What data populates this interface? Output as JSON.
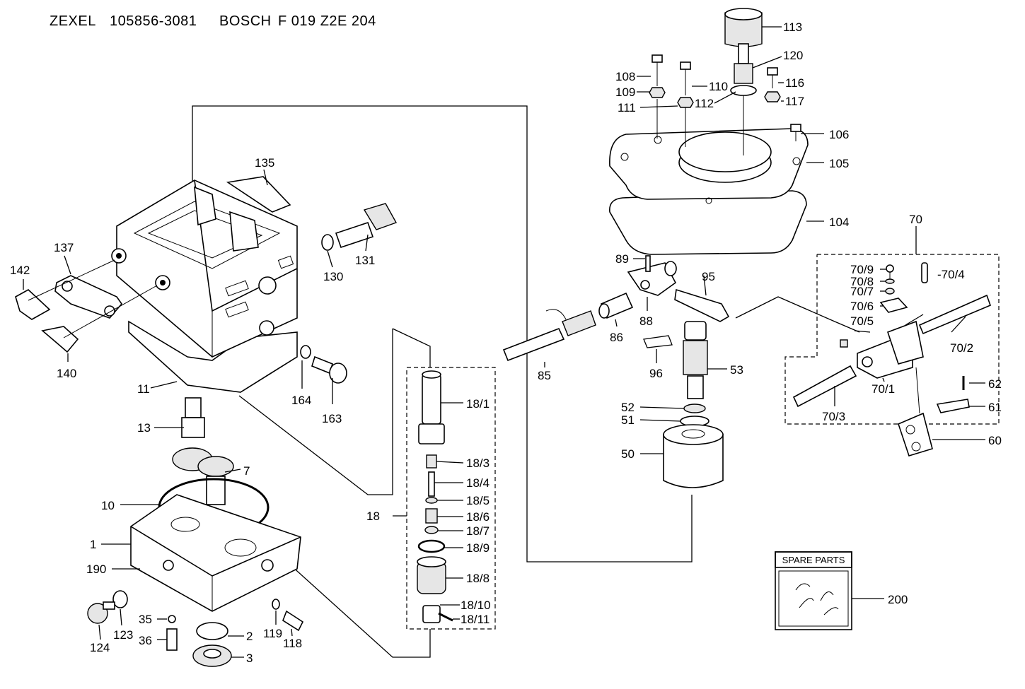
{
  "header": {
    "brand1": "ZEXEL",
    "part1": "105856-3081",
    "brand2": "BOSCH",
    "part2": "F 019 Z2E 204"
  },
  "spare_box": {
    "title": "SPARE PARTS"
  },
  "labels": {
    "l113": "113",
    "l120": "120",
    "l108": "108",
    "l110": "110",
    "l116": "116",
    "l109": "109",
    "l112": "112",
    "l117": "117",
    "l111": "111",
    "l106": "106",
    "l105": "105",
    "l104": "104",
    "l135": "135",
    "l131": "131",
    "l130": "130",
    "l137": "137",
    "l142": "142",
    "l140": "140",
    "l11": "11",
    "l164": "164",
    "l163": "163",
    "l13": "13",
    "l7": "7",
    "l10": "10",
    "l1": "1",
    "l190": "190",
    "l123": "123",
    "l124": "124",
    "l35": "35",
    "l36": "36",
    "l2": "2",
    "l3": "3",
    "l119": "119",
    "l118": "118",
    "l18_1": "18/1",
    "l18_3": "18/3",
    "l18_4": "18/4",
    "l18_5": "18/5",
    "l18_6": "18/6",
    "l18_7": "18/7",
    "l18_9": "18/9",
    "l18_8": "18/8",
    "l18_10": "18/10",
    "l18_11": "18/11",
    "l18": "18",
    "l89": "89",
    "l95": "95",
    "l88": "88",
    "l86": "86",
    "l85": "85",
    "l96": "96",
    "l53": "53",
    "l52": "52",
    "l51": "51",
    "l50": "50",
    "l70": "70",
    "l70_9": "70/9",
    "l70_8": "70/8",
    "l70_7": "70/7",
    "l70_4": "-70/4",
    "l70_6": "70/6",
    "l70_5": "70/5",
    "l70_2": "70/2",
    "l70_1": "70/1",
    "l70_3": "70/3",
    "l62": "62",
    "l61": "61",
    "l60": "60",
    "l200": "200"
  },
  "icons": [
    "exploded-assembly-drawing"
  ]
}
